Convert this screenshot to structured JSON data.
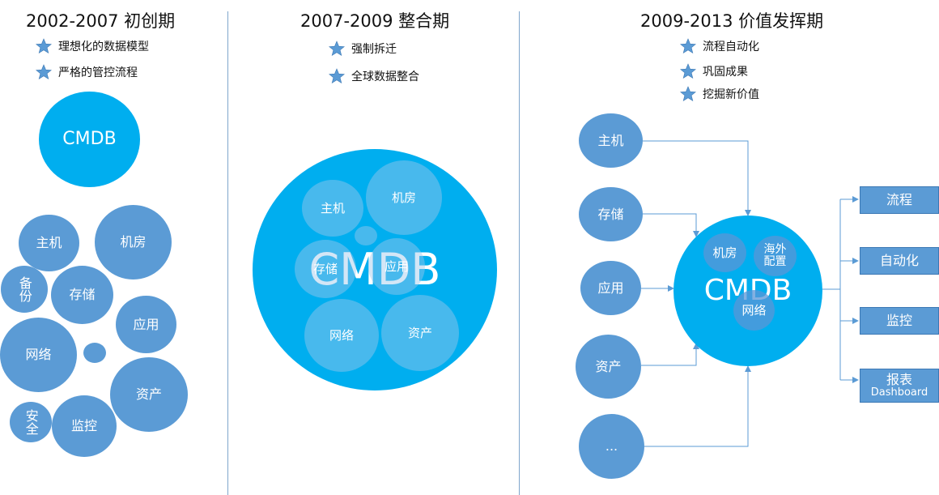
{
  "phase1": {
    "title": "2002-2007 初创期",
    "bullets": [
      "理想化的数据模型",
      "严格的管控流程"
    ],
    "cmdb": "CMDB",
    "items": [
      "主机",
      "机房",
      "备份",
      "存储",
      "应用",
      "网络",
      "资产",
      "安全",
      "监控"
    ]
  },
  "phase2": {
    "title": "2007-2009 整合期",
    "bullets": [
      "强制拆迁",
      "全球数据整合"
    ],
    "cmdb": "CMDB",
    "items": [
      "主机",
      "机房",
      "存储",
      "应用",
      "网络",
      "资产"
    ]
  },
  "phase3": {
    "title": "2009-2013 价值发挥期",
    "bullets": [
      "流程自动化",
      "巩固成果",
      "挖掘新价值"
    ],
    "cmdb": "CMDB",
    "inputs": [
      "主机",
      "存储",
      "应用",
      "资产",
      "..."
    ],
    "inner": [
      "机房",
      "海外配置",
      "网络"
    ],
    "outputs": [
      "流程",
      "自动化",
      "监控",
      "报表"
    ],
    "output_sub": "Dashboard"
  },
  "colors": {
    "cmdb": "#00aeef",
    "item": "#5b9bd5",
    "line": "#7fa6cc"
  }
}
